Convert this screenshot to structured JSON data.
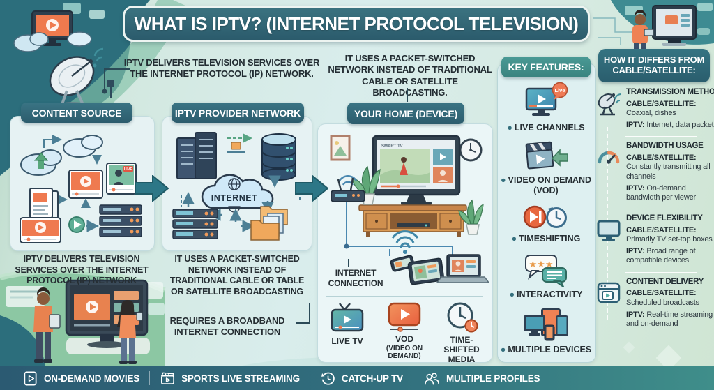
{
  "title": "WHAT IS IPTV? (INTERNET PROTOCOL TELEVISION)",
  "annotations": {
    "delivery": "IPTV DELIVERS TELEVISION SERVICES OVER THE INTERNET PROTOCOL (IP) NETWORK.",
    "packet": "IT USES A PACKET-SWITCHED NETWORK INSTEAD OF TRADITIONAL CABLE OR SATELLITE BROADCASTING."
  },
  "content_source": {
    "header": "CONTENT SOURCE",
    "live_badge": "LIVE",
    "caption": "IPTV DELIVERS TELEVISION SERVICES OVER THE INTERNET PROTOCOL (IP) NETWORK"
  },
  "provider_network": {
    "header": "IPTV PROVIDER NETWORK",
    "cloud_label": "INTERNET",
    "caption": "IT USES A PACKET-SWITCHED NETWORK INSTEAD OF TRADITIONAL CABLE OR TABLE OR SATELLITE BROADCASTING",
    "note": "REQUIRES A BROADBAND INTERNET CONNECTION"
  },
  "your_home": {
    "header": "YOUR HOME (DEVICE)",
    "tv_label": "SMART TV",
    "connection_label": "INTERNET CONNECTION",
    "devices": [
      {
        "label": "LIVE TV",
        "sublabel": ""
      },
      {
        "label": "VOD",
        "sublabel": "(VIDEO ON DEMAND)"
      },
      {
        "label": "TIME-SHIFTED MEDIA",
        "sublabel": ""
      }
    ]
  },
  "key_features": {
    "header": "KEY FEATURES:",
    "live_badge": "Live",
    "items": [
      {
        "label": "LIVE CHANNELS"
      },
      {
        "label": "VIDEO ON DEMAND (VOD)"
      },
      {
        "label": "TIMESHIFTING"
      },
      {
        "label": "INTERACTIVITY"
      },
      {
        "label": "MULTIPLE DEVICES"
      }
    ]
  },
  "differences": {
    "header_line1": "HOW IT DIFFERS FROM",
    "header_line2": "CABLE/SATELLITE:",
    "cable_label": "CABLE/SATELLITE:",
    "iptv_label": "IPTV:",
    "sections": [
      {
        "title": "TRANSMISSION METHOD",
        "cable": "Coaxial, dishes",
        "iptv": "Internet, data packets"
      },
      {
        "title": "BANDWIDTH USAGE",
        "cable": "Constantly transmitting all channels",
        "iptv": "On-demand bandwidth per viewer"
      },
      {
        "title": "DEVICE FLEXIBILITY",
        "cable": "Primarily TV set-top boxes",
        "iptv": "Broad range of compatible devices"
      },
      {
        "title": "CONTENT DELIVERY",
        "cable": "Scheduled broadcasts",
        "iptv": "Real-time streaming and on-demand"
      }
    ]
  },
  "footer": {
    "items": [
      {
        "label": "ON-DEMAND MOVIES"
      },
      {
        "label": "SPORTS LIVE STREAMING"
      },
      {
        "label": "CATCH-UP TV"
      },
      {
        "label": "MULTIPLE PROFILES"
      }
    ]
  },
  "colors": {
    "accent_orange": "#EF7A50",
    "teal_dark": "#2C5C6D",
    "teal": "#3F8F8C",
    "panel": "#E6F2F3"
  }
}
